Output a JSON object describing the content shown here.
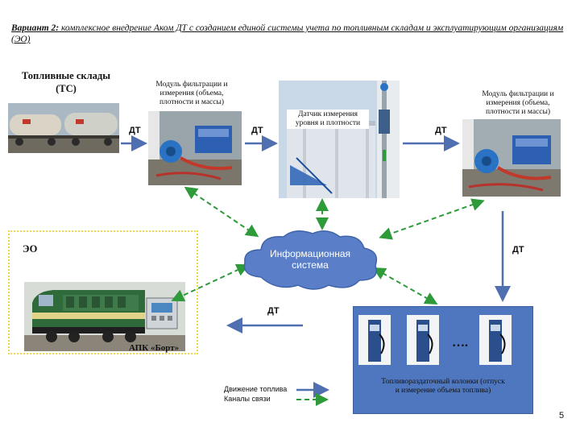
{
  "title": {
    "lead": "Вариант 2:",
    "rest": " комплексное внедрение Аком ДТ с созданием единой системы учета по топливным складам и эксплуатирующим организациям (ЭО)"
  },
  "warehouse": {
    "line1": "Топливные склады",
    "line2": "(ТС)"
  },
  "module_left": {
    "l1": "Модуль фильтрации и",
    "l2": "измерения (объема,",
    "l3": "плотности и массы)"
  },
  "module_right": {
    "l1": "Модуль фильтрации и",
    "l2": "измерения (объема,",
    "l3": "плотности и массы)"
  },
  "sensor": {
    "l1": "Датчик  измерения",
    "l2": "уровня и плотности"
  },
  "dt_labels": {
    "a": "ДТ",
    "b": "ДТ",
    "c": "ДТ",
    "d": "ДТ",
    "e": "ДТ"
  },
  "eo_label": "ЭО",
  "cloud": {
    "l1": "Информационная",
    "l2": "система"
  },
  "apk_label": "АПК «Борт»",
  "dispenser_panel": {
    "ellipsis": "….",
    "caption1": "Топливораздаточный колонки (отпуск",
    "caption2": "и измерение объема топлива)"
  },
  "legend": {
    "fuel": "Движение топлива",
    "comm": "Каналы связи"
  },
  "page_number": "5",
  "colors": {
    "arrow_blue": "#4f6fb0",
    "link_green": "#2e9a3a",
    "panel_blue": "#4f77bf",
    "cloud_blue": "#5a7fc8",
    "border_yellow": "#ecd84a"
  }
}
